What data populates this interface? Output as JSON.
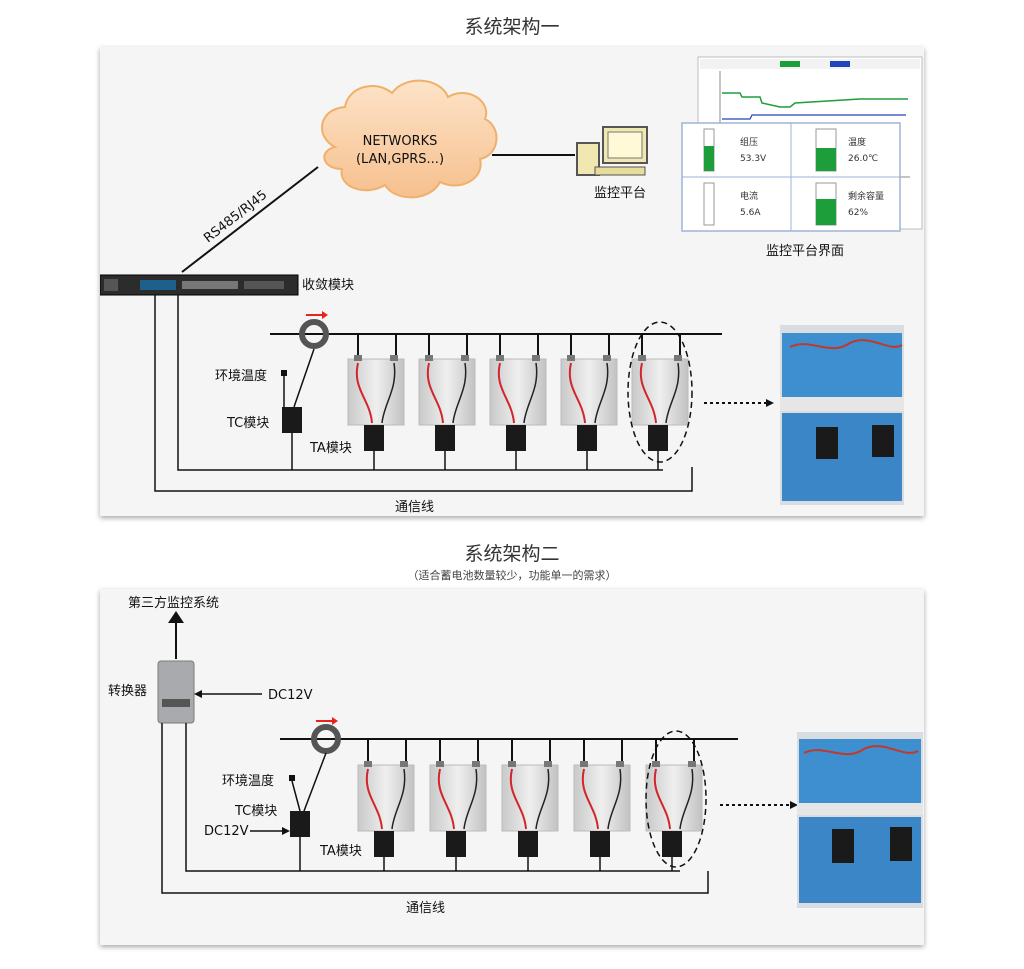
{
  "section1": {
    "title": "系统架构一",
    "cloud_line1": "NETWORKS",
    "cloud_line2": "(LAN,GPRS...)",
    "link_label": "RS485/RJ45",
    "monitor_platform": "监控平台",
    "monitor_ui_label": "监控平台界面",
    "collector_label": "收敛模块",
    "env_temp_label": "环境温度",
    "tc_module_label": "TC模块",
    "ta_module_label": "TA模块",
    "comm_line_label": "通信线",
    "ui_cards": [
      {
        "name": "组压",
        "value": "53.3V",
        "fill": 0.6
      },
      {
        "name": "温度",
        "value": "26.0℃",
        "fill": 0.55
      },
      {
        "name": "电流",
        "value": "5.6A",
        "fill": 0.0
      },
      {
        "name": "剩余容量",
        "value": "62%",
        "fill": 0.62
      }
    ]
  },
  "section2": {
    "title": "系统架构二",
    "subtitle": "（适合蓄电池数量较少，功能单一的需求）",
    "third_party_label": "第三方监控系统",
    "converter_label": "转换器",
    "dc_label_top": "DC12V",
    "env_temp_label": "环境温度",
    "tc_module_label": "TC模块",
    "dc_label_bottom": "DC12V",
    "ta_module_label": "TA模块",
    "comm_line_label": "通信线"
  },
  "colors": {
    "accent_green": "#1e9e3a",
    "battery_blue": "#3d8fd0",
    "red_arrow": "#e8231a"
  }
}
